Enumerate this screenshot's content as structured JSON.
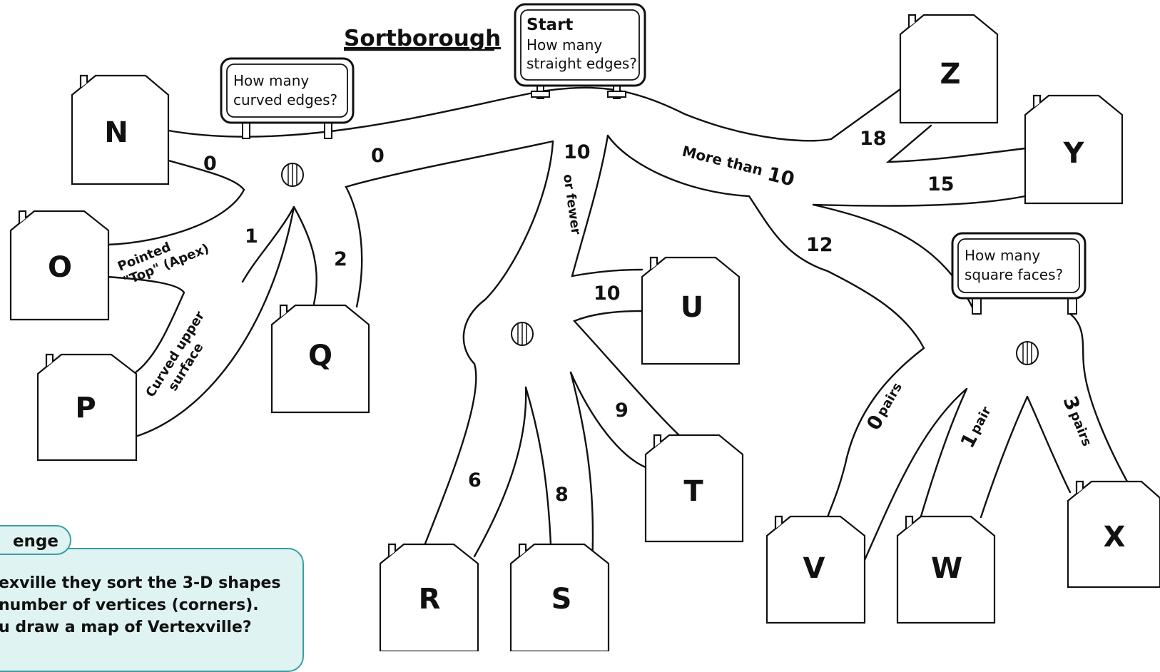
{
  "title": "Sortborough",
  "signs": {
    "start_title": "Start",
    "start_line1": "How many",
    "start_line2": "straight edges?",
    "curved_line1": "How many",
    "curved_line2": "curved edges?",
    "square_line1": "How many",
    "square_line2": "square faces?"
  },
  "houses": {
    "N": "N",
    "O": "O",
    "P": "P",
    "Q": "Q",
    "R": "R",
    "S": "S",
    "T": "T",
    "U": "U",
    "V": "V",
    "W": "W",
    "X": "X",
    "Y": "Y",
    "Z": "Z"
  },
  "branches": {
    "zero_left": "0",
    "zero_right": "0",
    "one": "1",
    "two": "2",
    "pointed_line1": "Pointed",
    "pointed_line2": "\"Top\" (Apex)",
    "curved_upper_line1": "Curved upper",
    "curved_upper_line2": "surface",
    "ten_or_fewer_num": "10",
    "ten_or_fewer_text": "or fewer",
    "more_than_text": "More than",
    "more_than_num": "10",
    "eighteen": "18",
    "fifteen": "15",
    "twelve": "12",
    "ten": "10",
    "nine": "9",
    "six": "6",
    "eight": "8",
    "zero_pairs": "0",
    "zero_pairs_text": "pairs",
    "one_pair": "1",
    "one_pair_text": "pair",
    "three_pairs": "3",
    "three_pairs_text": "pairs"
  },
  "challenge": {
    "tab_label": "enge",
    "line1": "exville they sort the 3-D shapes",
    "line2": "number of vertices (corners).",
    "line3": "u draw a map of Vertexville?"
  },
  "colors": {
    "challenge_fill": "#dff3f3",
    "challenge_border": "#3a9ea0"
  }
}
